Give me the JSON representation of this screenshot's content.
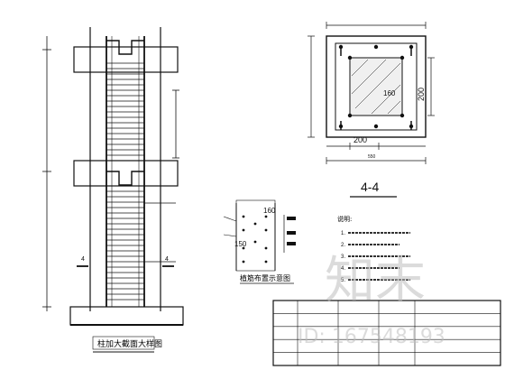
{
  "views": {
    "left_caption": "柱加大截面大样图",
    "section_title": "4-4",
    "small_caption": "植筋布置示意图",
    "section_mark": "4"
  },
  "dims": {
    "sec_left_w": "200",
    "sec_right_h": "200",
    "sec_mid": "160",
    "sec_bottom_total": "550",
    "small_top": "160",
    "small_bottom": "150"
  },
  "notes": {
    "heading": "说明:",
    "items": [
      "1.",
      "2.",
      "3.",
      "4.",
      "5."
    ]
  },
  "title_block": {
    "rows": 5
  },
  "watermark": {
    "brand": "知末",
    "id_text": "ID: 167548193"
  }
}
